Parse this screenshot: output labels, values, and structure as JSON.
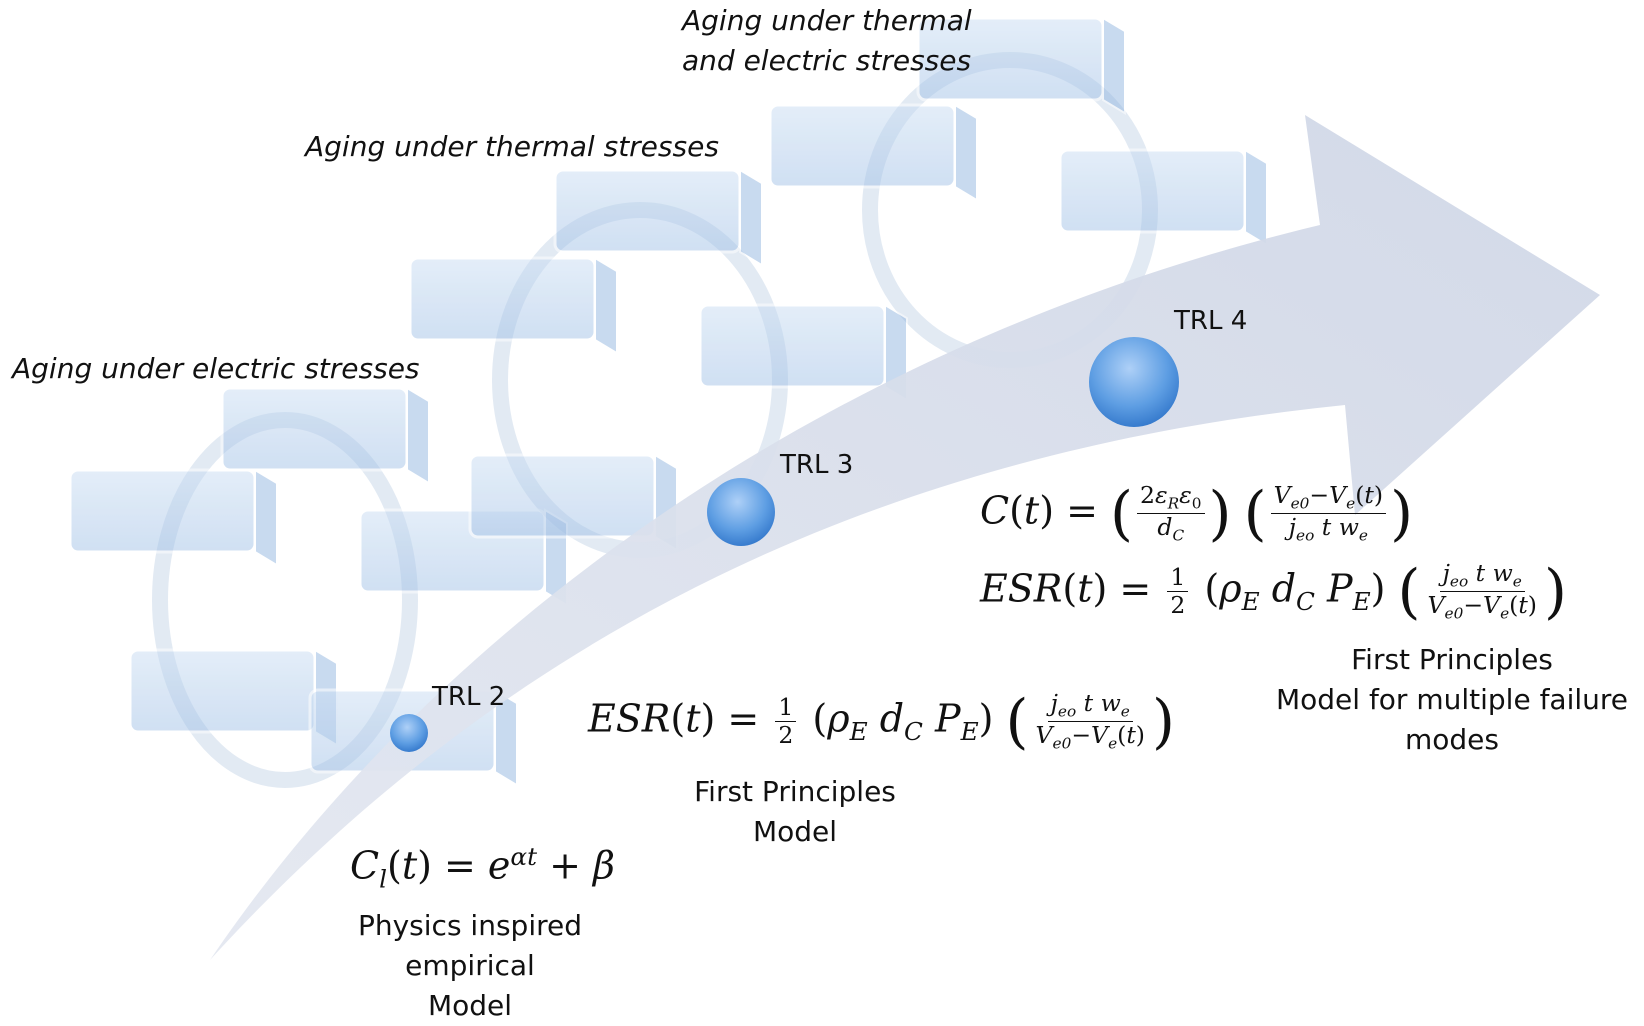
{
  "stage_titles": {
    "electric": "Aging under electric stresses",
    "thermal": "Aging under thermal stresses",
    "combined_line1": "Aging under thermal",
    "combined_line2": "and electric stresses"
  },
  "trl": {
    "trl2": "TRL 2",
    "trl3": "TRL 3",
    "trl4": "TRL 4"
  },
  "equations": {
    "empirical": "Cl(t) = e^(αt) + β",
    "esr_first_principles": "ESR(t) = ½ (ρE dC PE) (jeo t we / (Ve0 − Ve(t)))",
    "cap_multi": "C(t) = (2εRε0 / dC) ((Ve0 − Ve(t)) / (jeo t we))",
    "esr_multi": "ESR(t) = ½ (ρE dC PE) (jeo t we / (Ve0 − Ve(t)))"
  },
  "models": {
    "empirical": [
      "Physics inspired",
      "empirical",
      "Model"
    ],
    "first_principles": [
      "First Principles",
      "Model"
    ],
    "multi_failure": [
      "First Principles",
      "Model for multiple failure",
      "modes"
    ]
  },
  "colors": {
    "arrow_fill": "#d6dbe8",
    "cycle_box": "#a9c6e8",
    "cycle_ring": "#dce5f0",
    "sphere": "#5b9be0"
  },
  "icons": {
    "cycle_boxes": "faded-process-cycle-boxes",
    "trl_marker": "blue-sphere"
  }
}
